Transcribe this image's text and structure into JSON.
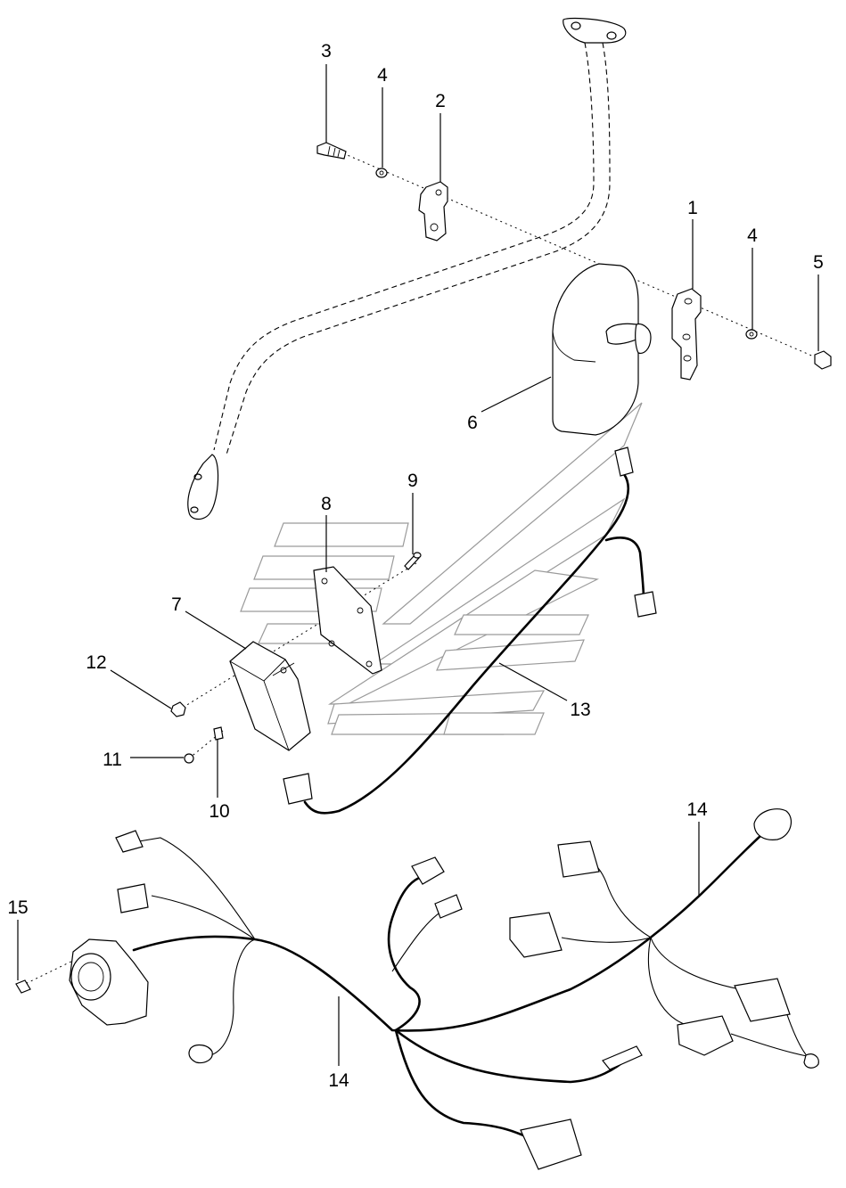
{
  "callouts": {
    "c1": "1",
    "c2": "2",
    "c3": "3",
    "c4a": "4",
    "c4b": "4",
    "c5": "5",
    "c6": "6",
    "c7": "7",
    "c8": "8",
    "c9": "9",
    "c10": "10",
    "c11": "11",
    "c12": "12",
    "c13": "13",
    "c14a": "14",
    "c14b": "14",
    "c15": "15"
  }
}
